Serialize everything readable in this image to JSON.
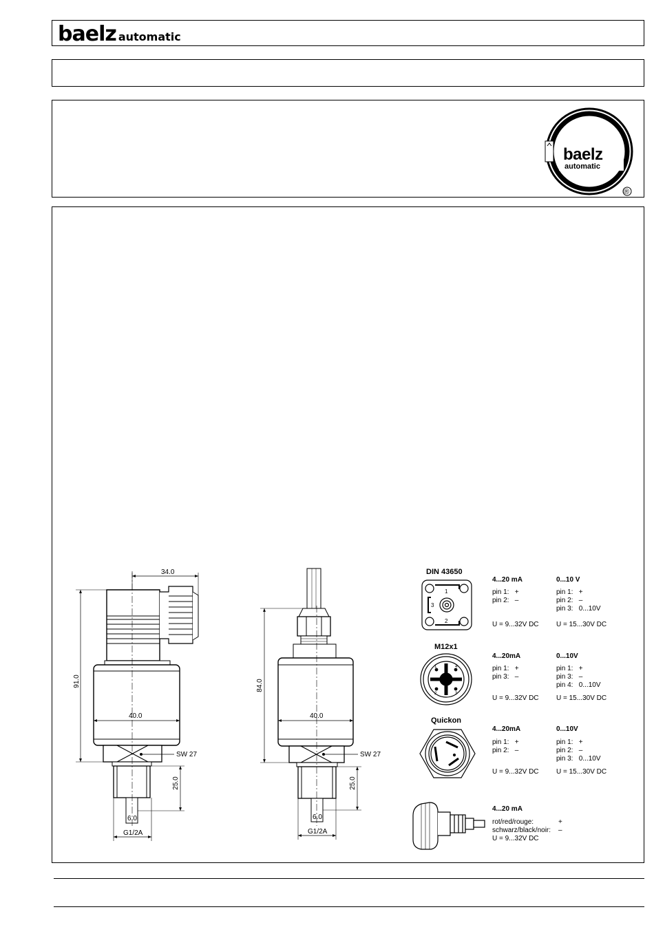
{
  "header": {
    "brand_main": "baelz",
    "brand_sub": "automatic"
  },
  "seal": {
    "brand_main": "baelz",
    "brand_sub": "automatic",
    "registered": "®"
  },
  "drawing_left": {
    "dim_width_top": "34.0",
    "dim_height": "91.0",
    "dim_body": "40.0",
    "dim_wrench": "SW 27",
    "dim_thread_len": "25.0",
    "dim_pin": "6.0",
    "thread": "G1/2A"
  },
  "drawing_right": {
    "dim_height": "84.0",
    "dim_body": "40.0",
    "dim_wrench": "SW 27",
    "dim_thread_len": "25.0",
    "dim_pin": "6.0",
    "thread": "G1/2A"
  },
  "connectors": [
    {
      "name": "DIN 43650",
      "col1_title": "4...20 mA",
      "col1_lines": [
        "pin 1:   +",
        "pin 2:   –"
      ],
      "col1_supply": "U = 9...32V DC",
      "col2_title": "0...10 V",
      "col2_lines": [
        "pin 1:   +",
        "pin 2:   –",
        "pin 3:   0...10V"
      ],
      "col2_supply": "U = 15...30V DC"
    },
    {
      "name": "M12x1",
      "col1_title": "4...20mA",
      "col1_lines": [
        "pin 1:   +",
        "pin 3:   –"
      ],
      "col1_supply": "U = 9...32V DC",
      "col2_title": "0...10V",
      "col2_lines": [
        "pin 1:   +",
        "pin 3:   –",
        "pin 4:   0...10V"
      ],
      "col2_supply": "U = 15...30V DC"
    },
    {
      "name": "Quickon",
      "col1_title": "4...20mA",
      "col1_lines": [
        "pin 1:   +",
        "pin 2:   –"
      ],
      "col1_supply": "U = 9...32V DC",
      "col2_title": "0...10V",
      "col2_lines": [
        "pin 1:   +",
        "pin 2:   –",
        "pin 3:   0...10V"
      ],
      "col2_supply": "U = 15...30V DC"
    }
  ],
  "cable": {
    "title": "4...20 mA",
    "rows": [
      {
        "label": "rot/red/rouge:",
        "value": "+"
      },
      {
        "label": "schwarz/black/noir:",
        "value": "–"
      }
    ],
    "supply": "U = 9...32V DC"
  },
  "pin_numbers": {
    "p1": "1",
    "p2": "2",
    "p3": "3",
    "p4": "4"
  }
}
